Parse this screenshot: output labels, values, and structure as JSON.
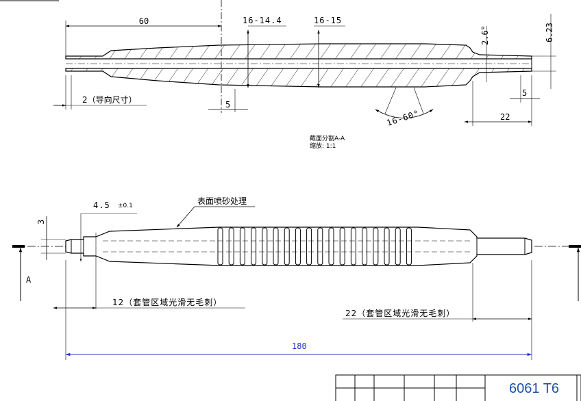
{
  "section_view": {
    "dim_total_left": "60",
    "dim_range_1": "16-14.4",
    "dim_range_2": "16-15",
    "dim_angle_small": "2.6°",
    "dim_right_height": "6.23",
    "dim_guide": "2（导向尺寸）",
    "dim_groove": "5",
    "dim_angle_range": "16-60°",
    "dim_right_small": "5",
    "dim_right_len": "22",
    "caption_line1": "截面分割A-A",
    "caption_line2": "缩放:   1:1"
  },
  "main_view": {
    "dim_dia": "4.5",
    "dim_tol": "±0.1",
    "note_surface": "表面喷砂处理",
    "dim_height": "3",
    "section_label": "A",
    "note_left": "12（套管区域光滑无毛刺）",
    "note_right": "22（套管区域光滑无毛刺）",
    "dim_total": "180"
  },
  "title_block": {
    "material": "6061 T6"
  }
}
